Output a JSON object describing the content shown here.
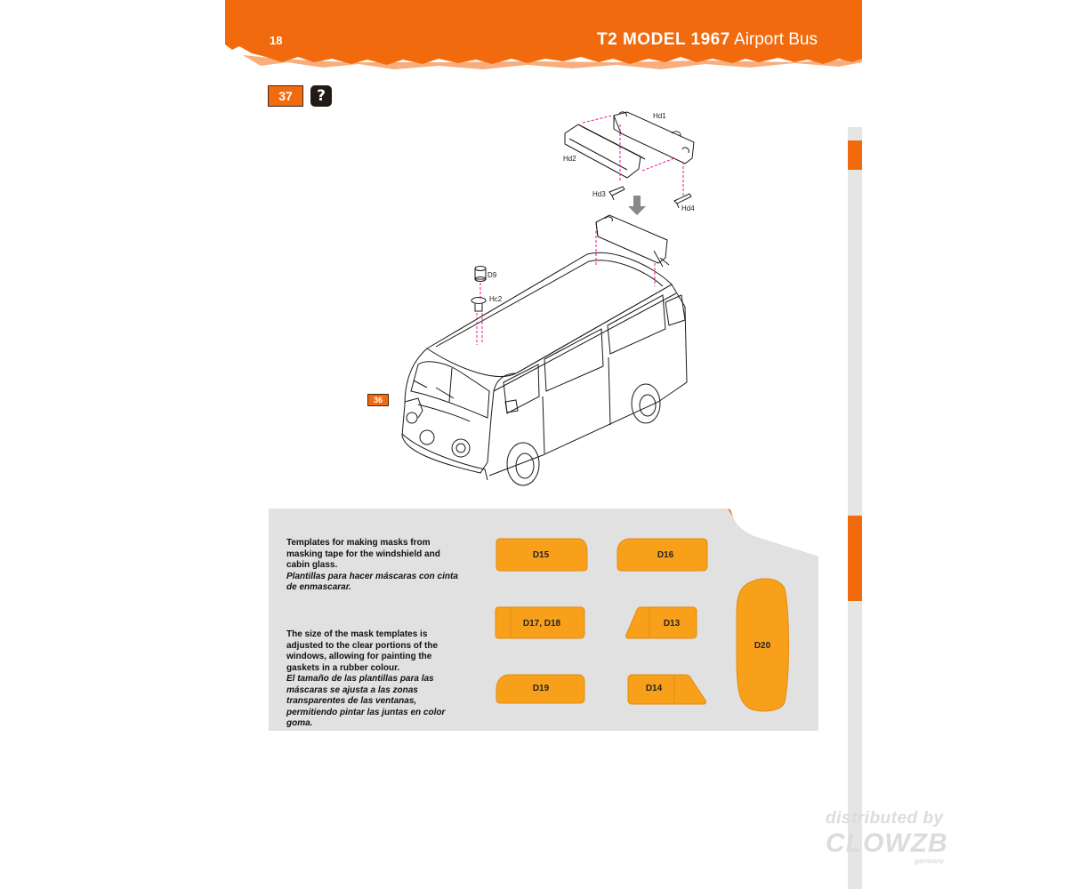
{
  "header": {
    "page_number": "18",
    "title_bold": "T2 MODEL 1967",
    "title_light": "Airport Bus",
    "color": "#f26a0e"
  },
  "step": {
    "number": "37",
    "help_icon": "question-mark-icon",
    "reference_step": "36"
  },
  "parts": {
    "hd1": "Hd1",
    "hd2": "Hd2",
    "hd3": "Hd3",
    "hd4": "Hd4",
    "d9": "D9",
    "hc2": "Hc2"
  },
  "panel": {
    "text_en_1": "Templates for making masks from masking tape for the windshield and cabin glass.",
    "text_es_1": "Plantillas para hacer máscaras con cinta de enmascarar.",
    "text_en_2": "The size of the mask templates is adjusted to the clear portions of the windows, allowing for painting the gaskets in a rubber colour.",
    "text_es_2": "El tamaño de las plantillas para las máscaras se ajusta a las zonas transparentes de las ventanas, permitiendo pintar las juntas en color goma.",
    "mask_color": "#f9a01b",
    "masks": {
      "d15": "D15",
      "d16": "D16",
      "d17_d18": "D17, D18",
      "d13": "D13",
      "d19": "D19",
      "d14": "D14",
      "d20": "D20"
    }
  },
  "watermark": {
    "line1": "distributed by",
    "line2": "CLOWZB",
    "line3": "germany"
  }
}
